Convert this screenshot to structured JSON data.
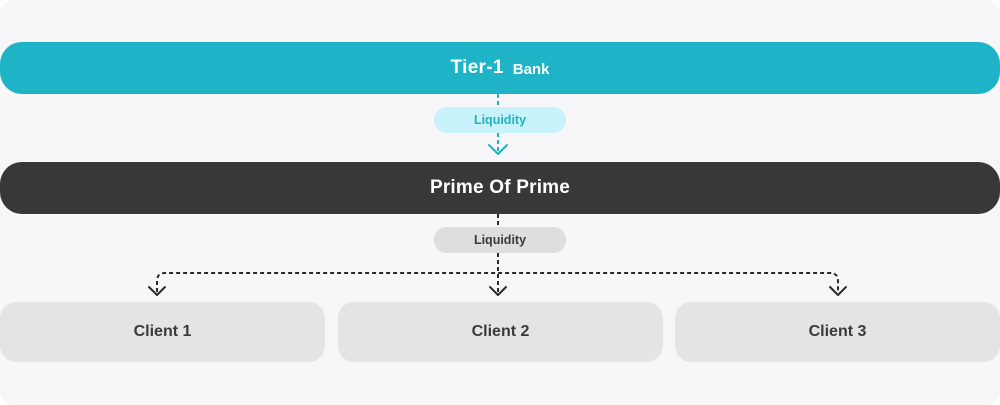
{
  "tier1": {
    "main": "Tier-1",
    "sub": "Bank"
  },
  "liquidity_top": "Liquidity",
  "prime_of_prime": "Prime Of Prime",
  "liquidity_bottom": "Liquidity",
  "clients": [
    "Client 1",
    "Client 2",
    "Client 3"
  ],
  "colors": {
    "tier1": "#1eb3c6",
    "prime_of_prime": "#38383a",
    "liquidity_top_bg": "#c8f3fa",
    "liquidity_bottom_bg": "#dedde0",
    "client_bg": "#e4e3e6",
    "background": "#f7f6f9"
  }
}
